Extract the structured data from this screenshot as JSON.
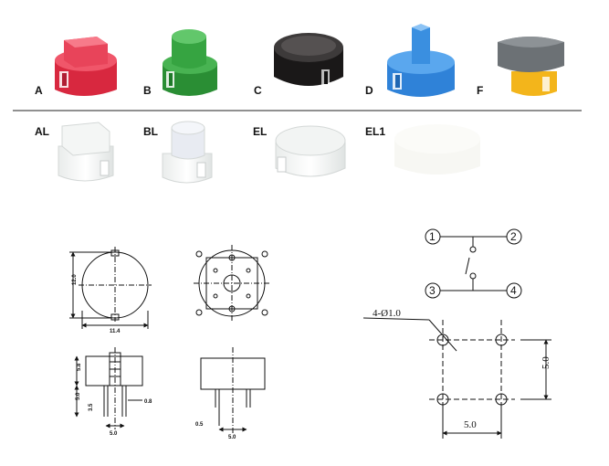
{
  "products": {
    "row1": [
      {
        "label": "A",
        "color": "#e23a4e"
      },
      {
        "label": "B",
        "color": "#2f9a3a"
      },
      {
        "label": "C",
        "color": "#1e1c1c"
      },
      {
        "label": "D",
        "color": "#3a8fe0"
      },
      {
        "label": "F",
        "color": "#7a7f83",
        "base_color": "#f3b51b"
      }
    ],
    "row2": [
      {
        "label": "AL"
      },
      {
        "label": "BL"
      },
      {
        "label": "EL"
      },
      {
        "label": "EL1"
      }
    ]
  },
  "drawings": {
    "top_view": {
      "height": "12.0",
      "width": "11.4"
    },
    "side_view": {
      "height": "5.8",
      "pin_len": "3.5",
      "body": "5.0",
      "pin_w": "0.8",
      "pitch": "5.0"
    },
    "bottom_side": {
      "pin_w": "0.5",
      "pitch": "5.0"
    },
    "schematic": {
      "pins": [
        "1",
        "2",
        "3",
        "4"
      ]
    },
    "footprint": {
      "hole": "4-Ø1.0",
      "pitch_x": "5.0",
      "pitch_y": "5.0"
    }
  }
}
